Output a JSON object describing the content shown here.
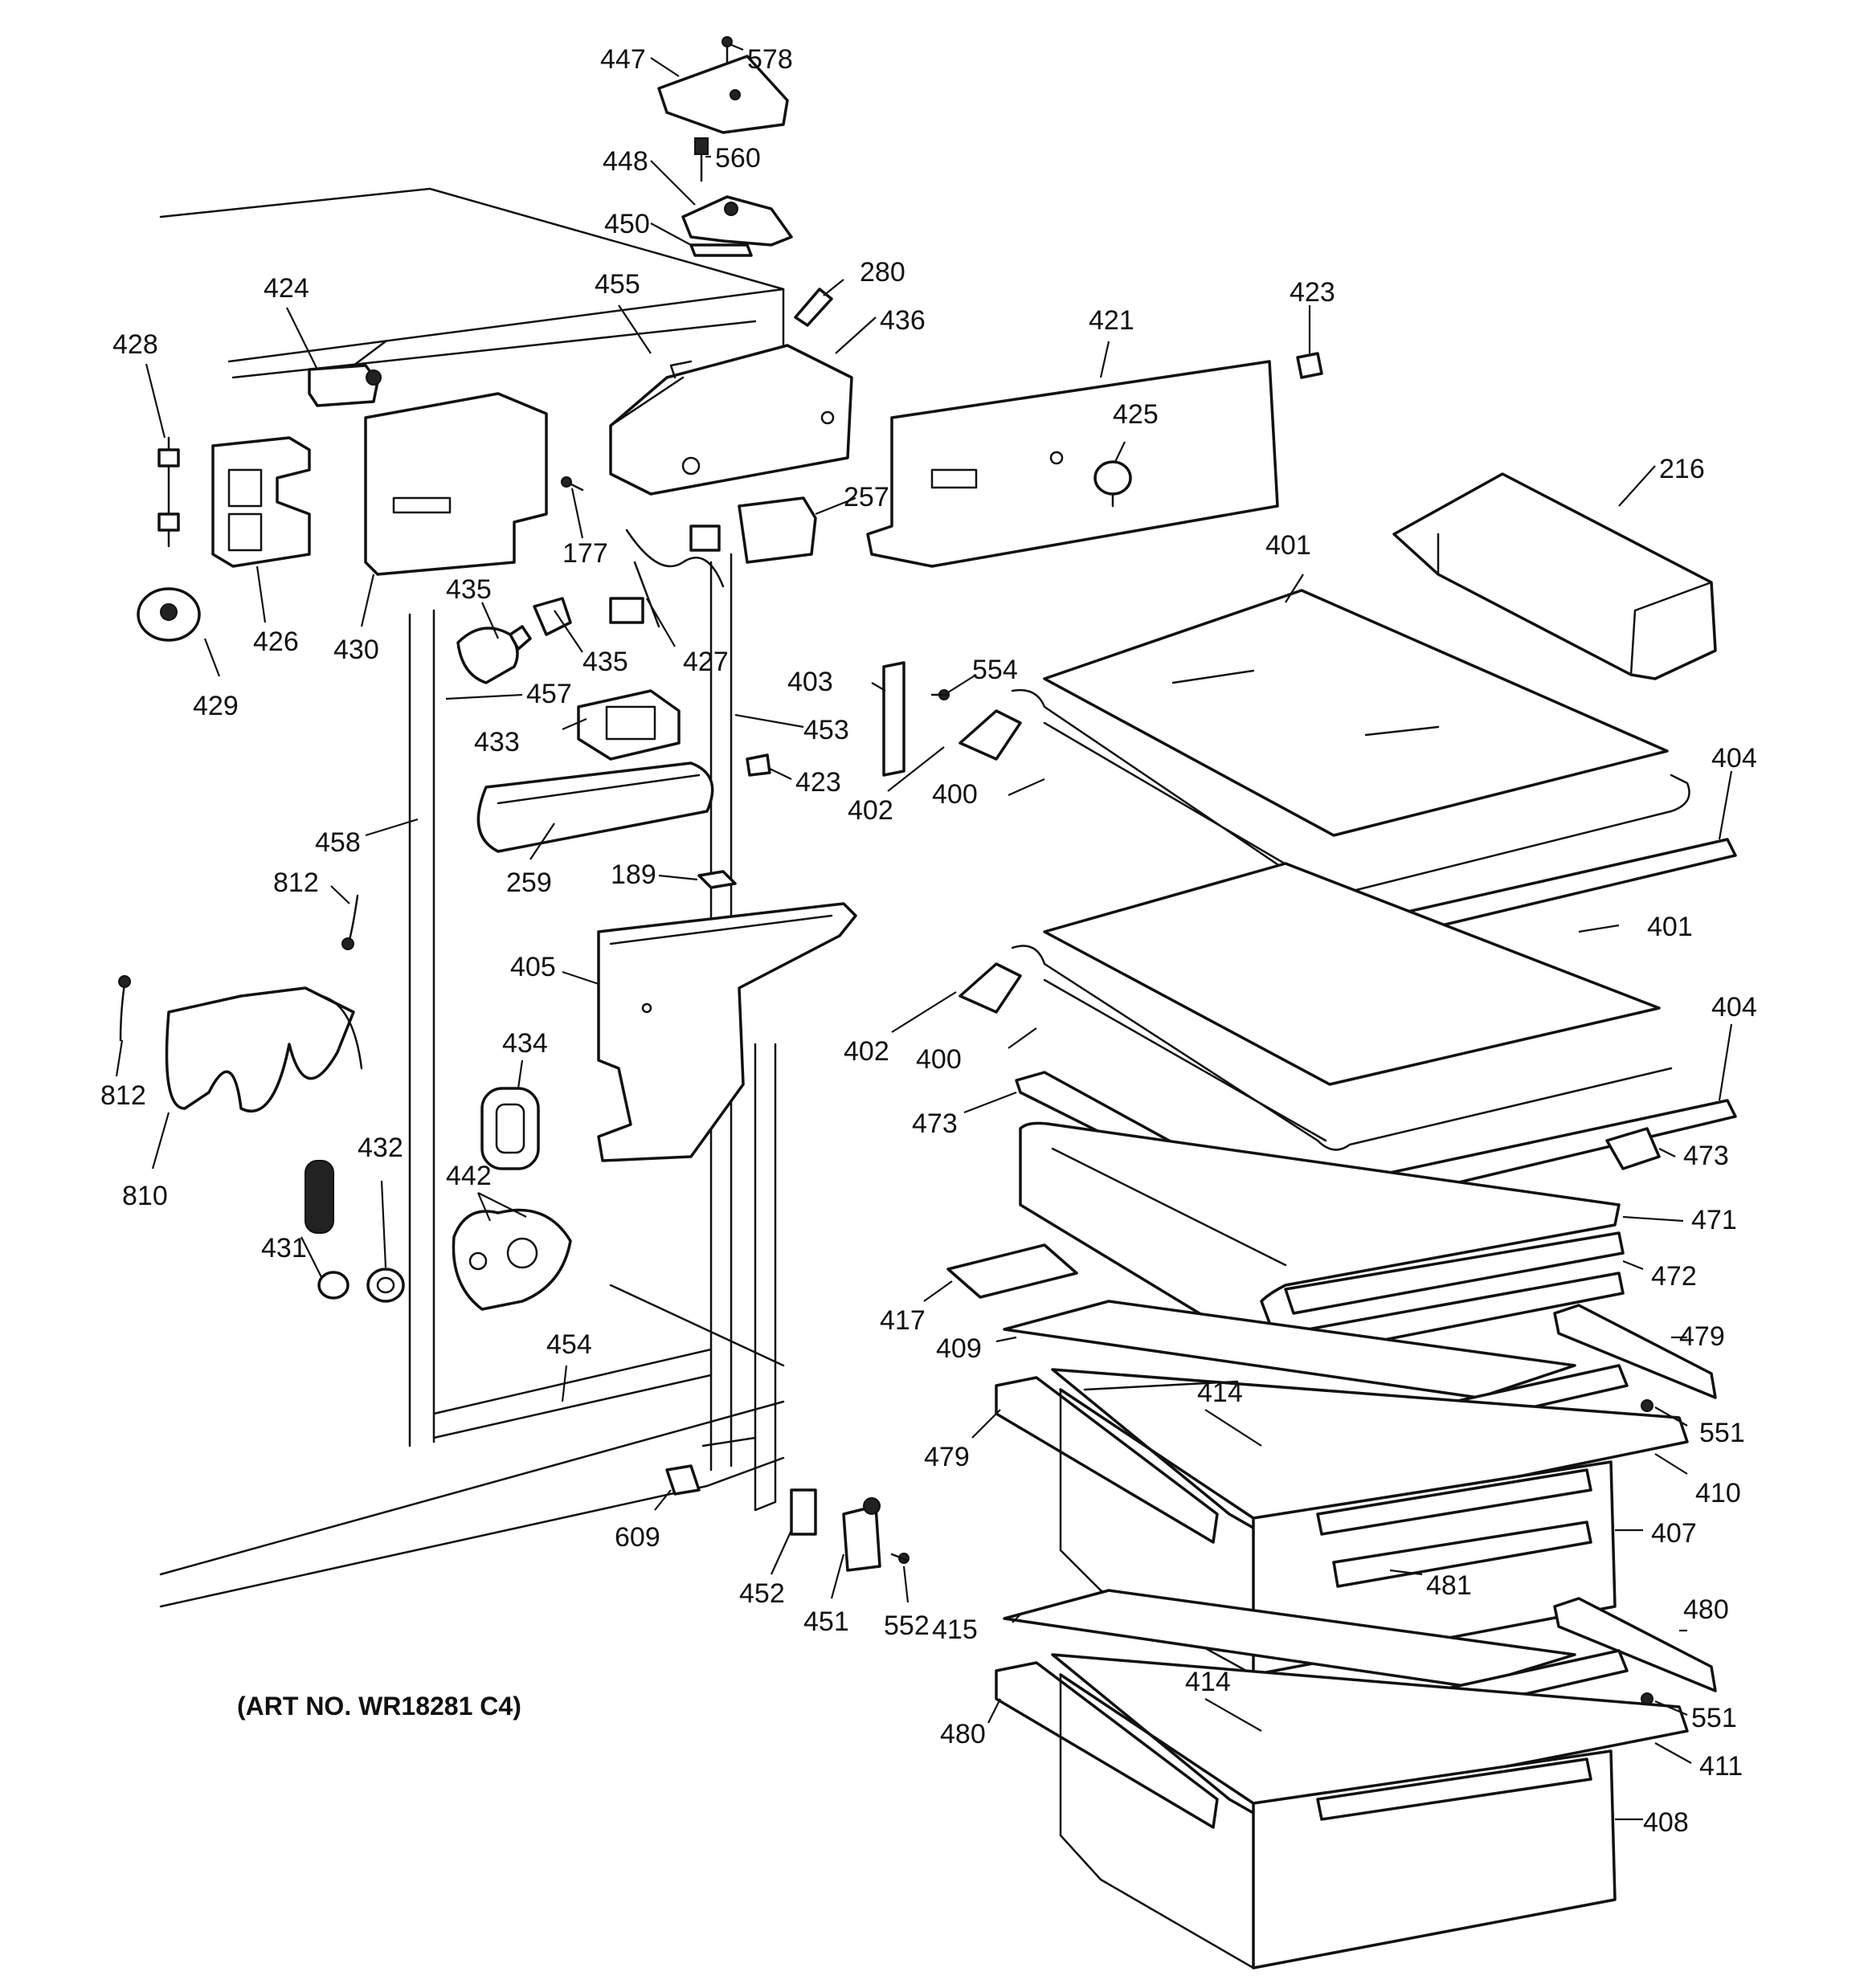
{
  "art_number": "(ART NO. WR18281 C4)",
  "labels": [
    {
      "id": "c578",
      "text": "578"
    },
    {
      "id": "c447",
      "text": "447"
    },
    {
      "id": "c560",
      "text": "560"
    },
    {
      "id": "c448",
      "text": "448"
    },
    {
      "id": "c450",
      "text": "450"
    },
    {
      "id": "c280",
      "text": "280"
    },
    {
      "id": "c455",
      "text": "455"
    },
    {
      "id": "c436",
      "text": "436"
    },
    {
      "id": "c424",
      "text": "424"
    },
    {
      "id": "c428",
      "text": "428"
    },
    {
      "id": "c421",
      "text": "421"
    },
    {
      "id": "c423a",
      "text": "423"
    },
    {
      "id": "c425",
      "text": "425"
    },
    {
      "id": "c216",
      "text": "216"
    },
    {
      "id": "c257",
      "text": "257"
    },
    {
      "id": "c177",
      "text": "177"
    },
    {
      "id": "c426",
      "text": "426"
    },
    {
      "id": "c430",
      "text": "430"
    },
    {
      "id": "c435a",
      "text": "435"
    },
    {
      "id": "c435b",
      "text": "435"
    },
    {
      "id": "c427",
      "text": "427"
    },
    {
      "id": "c401a",
      "text": "401"
    },
    {
      "id": "c429",
      "text": "429"
    },
    {
      "id": "c457",
      "text": "457"
    },
    {
      "id": "c403",
      "text": "403"
    },
    {
      "id": "c554",
      "text": "554"
    },
    {
      "id": "c433",
      "text": "433"
    },
    {
      "id": "c453",
      "text": "453"
    },
    {
      "id": "c423b",
      "text": "423"
    },
    {
      "id": "c402a",
      "text": "402"
    },
    {
      "id": "c400a",
      "text": "400"
    },
    {
      "id": "c404a",
      "text": "404"
    },
    {
      "id": "c458",
      "text": "458"
    },
    {
      "id": "c812a",
      "text": "812"
    },
    {
      "id": "c189",
      "text": "189"
    },
    {
      "id": "c259",
      "text": "259"
    },
    {
      "id": "c401b",
      "text": "401"
    },
    {
      "id": "c405",
      "text": "405"
    },
    {
      "id": "c404b",
      "text": "404"
    },
    {
      "id": "c402b",
      "text": "402"
    },
    {
      "id": "c400b",
      "text": "400"
    },
    {
      "id": "c434",
      "text": "434"
    },
    {
      "id": "c812b",
      "text": "812"
    },
    {
      "id": "c473a",
      "text": "473"
    },
    {
      "id": "c473b",
      "text": "473"
    },
    {
      "id": "c432",
      "text": "432"
    },
    {
      "id": "c442",
      "text": "442"
    },
    {
      "id": "c810",
      "text": "810"
    },
    {
      "id": "c471",
      "text": "471"
    },
    {
      "id": "c472",
      "text": "472"
    },
    {
      "id": "c431",
      "text": "431"
    },
    {
      "id": "c417",
      "text": "417"
    },
    {
      "id": "c479a",
      "text": "479"
    },
    {
      "id": "c409",
      "text": "409"
    },
    {
      "id": "c454",
      "text": "454"
    },
    {
      "id": "c414a",
      "text": "414"
    },
    {
      "id": "c551a",
      "text": "551"
    },
    {
      "id": "c479b",
      "text": "479"
    },
    {
      "id": "c410",
      "text": "410"
    },
    {
      "id": "c407",
      "text": "407"
    },
    {
      "id": "c609",
      "text": "609"
    },
    {
      "id": "c481",
      "text": "481"
    },
    {
      "id": "c452",
      "text": "452"
    },
    {
      "id": "c451",
      "text": "451"
    },
    {
      "id": "c552",
      "text": "552"
    },
    {
      "id": "c415",
      "text": "415"
    },
    {
      "id": "c480a",
      "text": "480"
    },
    {
      "id": "c414b",
      "text": "414"
    },
    {
      "id": "c551b",
      "text": "551"
    },
    {
      "id": "c480b",
      "text": "480"
    },
    {
      "id": "c411",
      "text": "411"
    },
    {
      "id": "c408",
      "text": "408"
    }
  ]
}
